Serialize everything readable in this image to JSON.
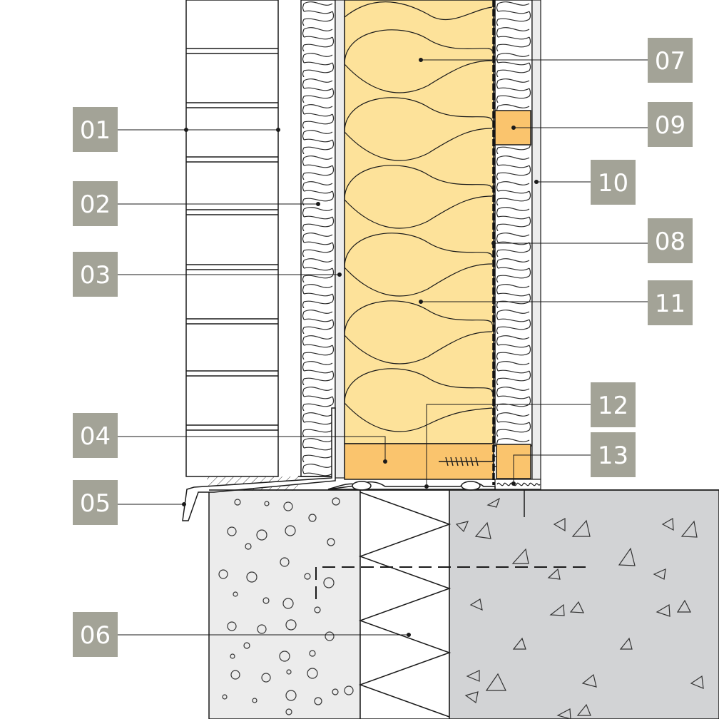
{
  "callouts": [
    {
      "id": "01",
      "label": "01"
    },
    {
      "id": "02",
      "label": "02"
    },
    {
      "id": "03",
      "label": "03"
    },
    {
      "id": "04",
      "label": "04"
    },
    {
      "id": "05",
      "label": "05"
    },
    {
      "id": "06",
      "label": "06"
    },
    {
      "id": "07",
      "label": "07"
    },
    {
      "id": "08",
      "label": "08"
    },
    {
      "id": "09",
      "label": "09"
    },
    {
      "id": "10",
      "label": "10"
    },
    {
      "id": "11",
      "label": "11"
    },
    {
      "id": "12",
      "label": "12"
    },
    {
      "id": "13",
      "label": "13"
    }
  ],
  "colors": {
    "tag_background": "#a3a397",
    "tag_text": "#ffffff",
    "insulation_fill": "#fde29a",
    "timber_fill": "#fac46d",
    "board_fill": "#ececec",
    "concrete_light": "#ececec",
    "concrete_dark": "#d2d3d5",
    "line": "#1a1a1a"
  }
}
